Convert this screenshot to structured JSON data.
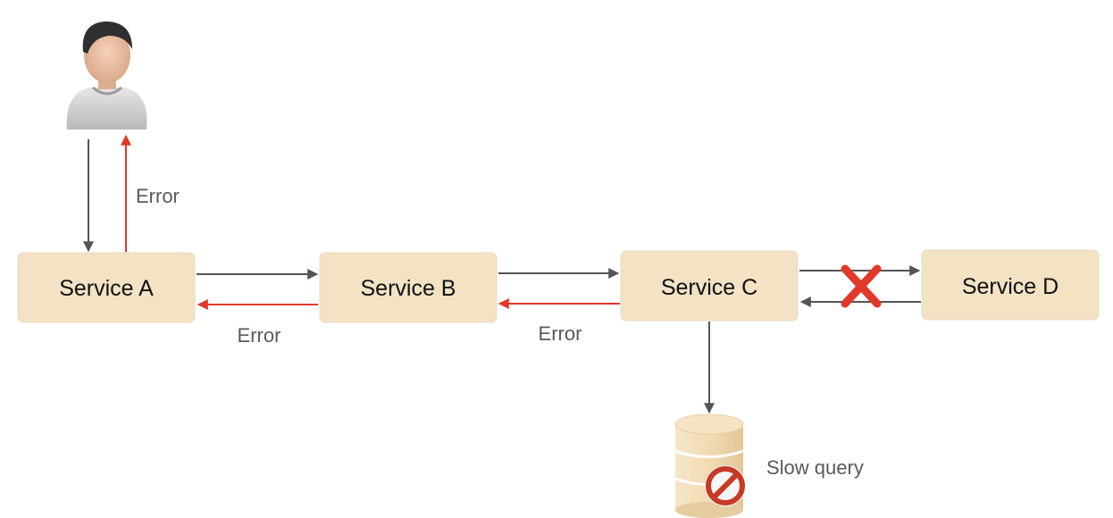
{
  "services": [
    {
      "id": "a",
      "label": "Service A"
    },
    {
      "id": "b",
      "label": "Service B"
    },
    {
      "id": "c",
      "label": "Service C"
    },
    {
      "id": "d",
      "label": "Service D"
    }
  ],
  "edges": {
    "user_to_a": {
      "kind": "request"
    },
    "a_to_user": {
      "kind": "error",
      "label": "Error"
    },
    "a_to_b": {
      "kind": "request"
    },
    "b_to_a": {
      "kind": "error",
      "label": "Error"
    },
    "b_to_c": {
      "kind": "request"
    },
    "c_to_b": {
      "kind": "error",
      "label": "Error"
    },
    "c_to_d": {
      "kind": "request",
      "broken": true
    },
    "d_to_c": {
      "kind": "response"
    },
    "c_to_db": {
      "kind": "request"
    }
  },
  "database": {
    "note": "Slow query"
  },
  "icons": {
    "user": "user-avatar-icon",
    "database": "database-icon",
    "blocked": "prohibited-icon",
    "failure": "red-x-icon"
  },
  "colors": {
    "box_fill": "#f3e2c4",
    "request_line": "#555555",
    "error_line": "#e0392a",
    "db_fill": "#f2dfbc"
  }
}
